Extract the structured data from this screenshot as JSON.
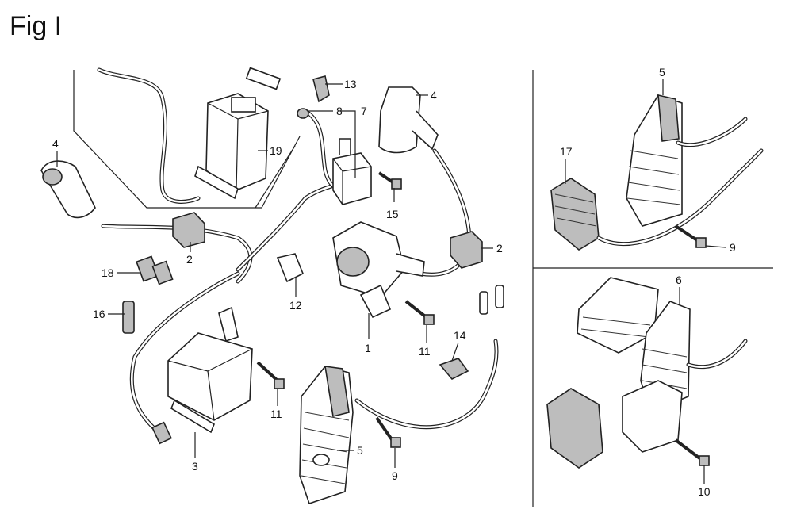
{
  "figure": {
    "title": "Fig I"
  },
  "callouts": {
    "c4a": "4",
    "c19": "19",
    "c13": "13",
    "c8": "8",
    "c7": "7",
    "c4b": "4",
    "c15": "15",
    "c2a": "2",
    "c2b": "2",
    "c18": "18",
    "c12": "12",
    "c16": "16",
    "c1": "1",
    "c11a": "11",
    "c14": "14",
    "c11b": "11",
    "c3": "3",
    "c5a": "5",
    "c9a": "9",
    "c5b": "5",
    "c17": "17",
    "c9b": "9",
    "c6": "6",
    "c10": "10"
  }
}
